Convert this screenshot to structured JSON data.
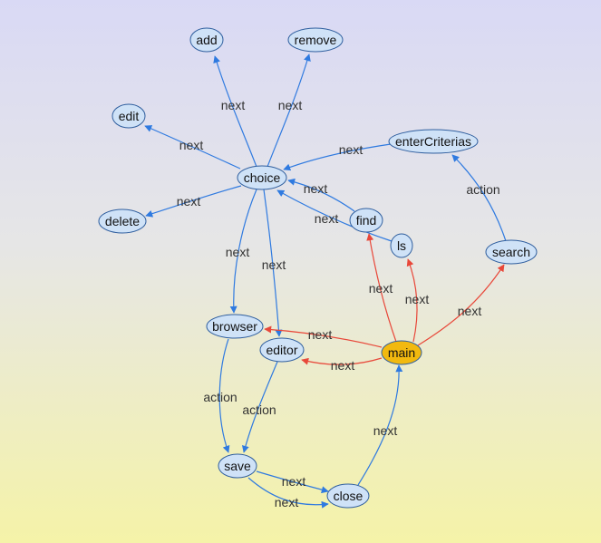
{
  "colors": {
    "node_fill": "#cfe2f7",
    "node_stroke": "#2f5e9e",
    "highlight_fill": "#f2b90f",
    "highlight_stroke": "#b07f00",
    "edge_blue": "#2f7ae0",
    "edge_red": "#e8483a",
    "label_text": "#333333"
  },
  "nodes": {
    "add": {
      "label": "add"
    },
    "remove": {
      "label": "remove"
    },
    "edit": {
      "label": "edit"
    },
    "enterCriterias": {
      "label": "enterCriterias"
    },
    "choice": {
      "label": "choice"
    },
    "delete": {
      "label": "delete"
    },
    "find": {
      "label": "find"
    },
    "ls": {
      "label": "ls"
    },
    "search": {
      "label": "search"
    },
    "browser": {
      "label": "browser"
    },
    "editor": {
      "label": "editor"
    },
    "main": {
      "label": "main",
      "highlight": true
    },
    "save": {
      "label": "save"
    },
    "close": {
      "label": "close"
    }
  },
  "edges": [
    {
      "from": "choice",
      "to": "add",
      "label": "next",
      "color": "blue"
    },
    {
      "from": "choice",
      "to": "remove",
      "label": "next",
      "color": "blue"
    },
    {
      "from": "choice",
      "to": "edit",
      "label": "next",
      "color": "blue"
    },
    {
      "from": "enterCriterias",
      "to": "choice",
      "label": "next",
      "color": "blue"
    },
    {
      "from": "choice",
      "to": "delete",
      "label": "next",
      "color": "blue"
    },
    {
      "from": "find",
      "to": "choice",
      "label": "next",
      "color": "blue"
    },
    {
      "from": "ls",
      "to": "choice",
      "label": "next",
      "color": "blue"
    },
    {
      "from": "search",
      "to": "enterCriterias",
      "label": "action",
      "color": "blue"
    },
    {
      "from": "choice",
      "to": "browser",
      "label": "next",
      "color": "blue"
    },
    {
      "from": "choice",
      "to": "editor",
      "label": "next",
      "color": "blue"
    },
    {
      "from": "main",
      "to": "find",
      "label": "next",
      "color": "red"
    },
    {
      "from": "main",
      "to": "ls",
      "label": "next",
      "color": "red"
    },
    {
      "from": "main",
      "to": "search",
      "label": "next",
      "color": "red"
    },
    {
      "from": "main",
      "to": "browser",
      "label": "next",
      "color": "red"
    },
    {
      "from": "main",
      "to": "editor",
      "label": "next",
      "color": "red"
    },
    {
      "from": "browser",
      "to": "save",
      "label": "action",
      "color": "blue"
    },
    {
      "from": "editor",
      "to": "save",
      "label": "action",
      "color": "blue"
    },
    {
      "from": "save",
      "to": "close",
      "label": "next",
      "color": "blue"
    },
    {
      "from": "save",
      "to": "close",
      "label": "next",
      "color": "blue"
    },
    {
      "from": "close",
      "to": "main",
      "label": "next",
      "color": "blue"
    }
  ]
}
